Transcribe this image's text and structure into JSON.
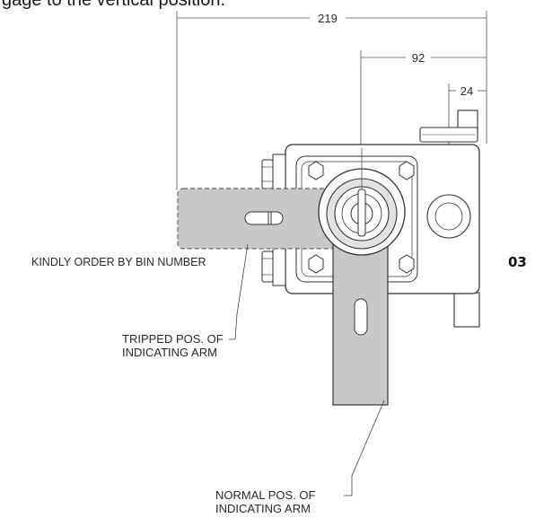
{
  "header": {
    "caption": "gage to the vertical position."
  },
  "dimensions": [
    {
      "name": "overall-width",
      "value": "219"
    },
    {
      "name": "center-offset",
      "value": "92"
    },
    {
      "name": "window-offset",
      "value": "24"
    }
  ],
  "labels": {
    "order_note": "KINDLY ORDER BY BIN NUMBER",
    "tripped_line1": "TRIPPED POS. OF",
    "tripped_line2": "INDICATING ARM",
    "normal_line1": "NORMAL POS. OF",
    "normal_line2": "INDICATING ARM"
  },
  "page": {
    "number": "03"
  },
  "colors": {
    "arm_fill": "#c8c8c8",
    "body_fill": "#ffffff",
    "line": "#333333",
    "dim_line": "#555555"
  }
}
